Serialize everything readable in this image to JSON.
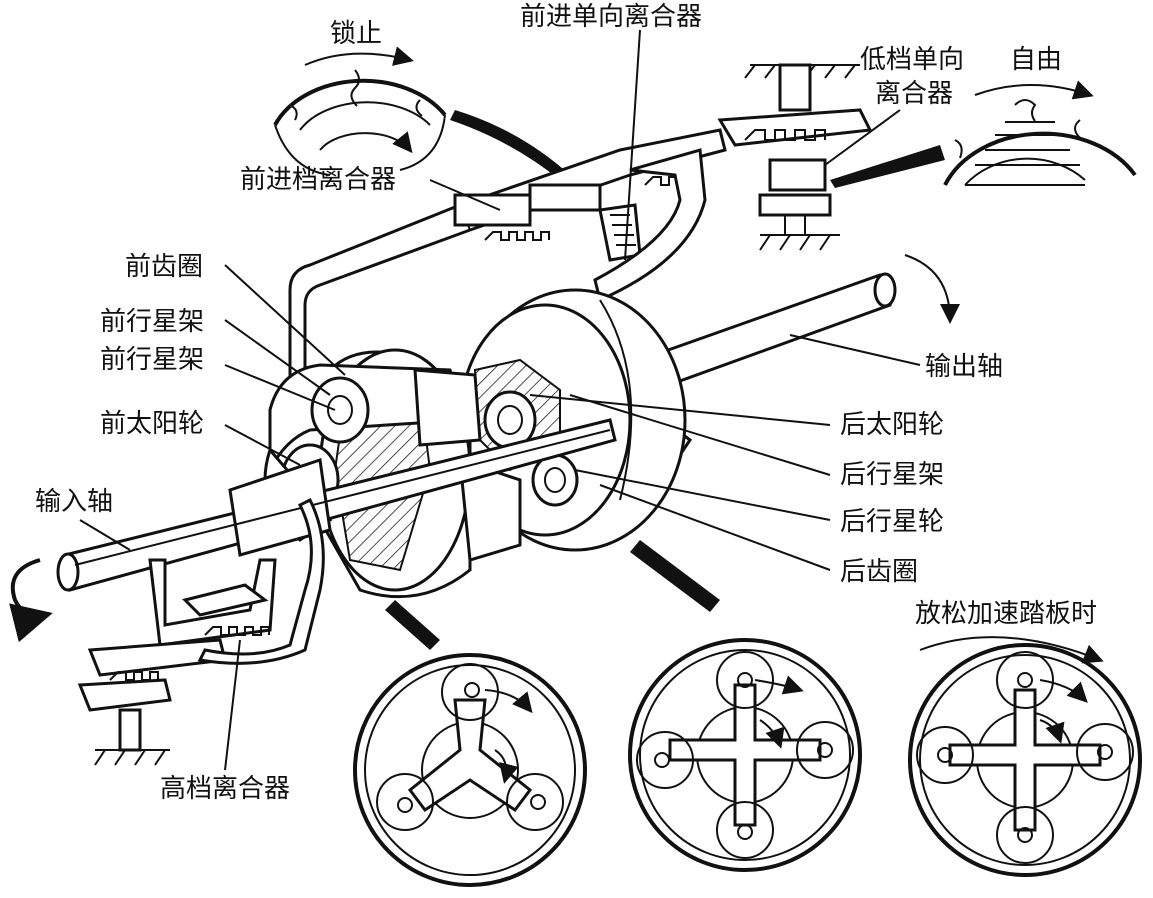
{
  "labels": {
    "lock": "锁止",
    "forward_one_way_clutch": "前进单向离合器",
    "low_one_way_clutch_line1": "低档单向",
    "low_one_way_clutch_line2": "离合器",
    "free": "自由",
    "forward_clutch": "前进档离合器",
    "front_ring_gear": "前齿圈",
    "front_planet_carrier_1": "前行星架",
    "front_planet_carrier_2": "前行星架",
    "front_sun_gear": "前太阳轮",
    "input_shaft": "输入轴",
    "output_shaft": "输出轴",
    "rear_sun_gear": "后太阳轮",
    "rear_planet_carrier": "后行星架",
    "rear_planet_gear": "后行星轮",
    "rear_ring_gear": "后齿圈",
    "release_accelerator": "放松加速踏板时",
    "high_clutch": "高档离合器"
  },
  "icons": [
    "rotation-arrow-icon",
    "ground-hatch-icon"
  ]
}
